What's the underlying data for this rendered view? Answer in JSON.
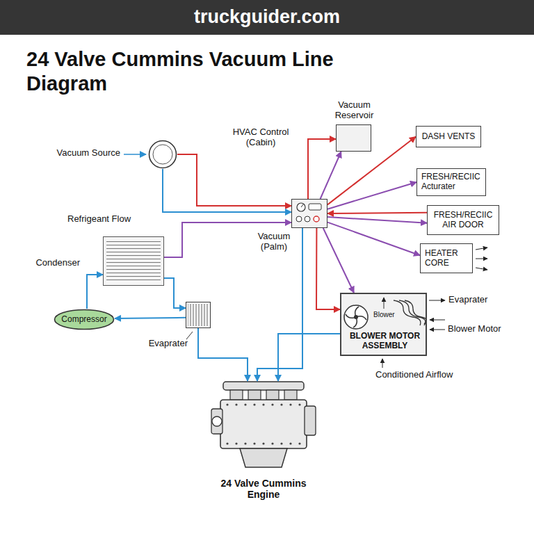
{
  "diagram": {
    "title": "24 Valve Cummins Vacuum Line Diagram",
    "nodes": [
      {
        "text": [
          "Vacuum Source"
        ]
      },
      {
        "text": [
          "Vacuum Reservoir"
        ]
      },
      {
        "text": [
          "HVAC Control (Cabin)"
        ]
      },
      {
        "text": [
          "DASH VENTS"
        ]
      },
      {
        "text": [
          "FRESH/RECIIC Acturater"
        ]
      },
      {
        "text": [
          "FRESH/RECIIC AIR DOOR"
        ]
      },
      {
        "text": [
          "HEATER CORE"
        ]
      },
      {
        "text": [
          "Condenser"
        ]
      },
      {
        "text": [
          "Compressor"
        ]
      },
      {
        "text": [
          "Evaprater"
        ]
      },
      {
        "text": [
          "Blower",
          "BLOWER MOTOR ASSEMBLY"
        ]
      },
      {
        "text": [
          "24 Valve Cummins Engine"
        ]
      }
    ],
    "edges": [
      {
        "from": 0,
        "to": 2,
        "arrow": "to"
      },
      {
        "from": 0,
        "to": 2,
        "arrow": "to"
      },
      {
        "from": 2,
        "to": 1,
        "arrow": "to"
      },
      {
        "from": 2,
        "to": 1,
        "arrow": "to"
      },
      {
        "from": 2,
        "to": 3,
        "arrow": "to"
      },
      {
        "from": 2,
        "to": 4,
        "arrow": "to"
      },
      {
        "from": 5,
        "to": 2,
        "arrow": "to"
      },
      {
        "from": 2,
        "to": 5,
        "arrow": "to"
      },
      {
        "from": 2,
        "to": 6,
        "arrow": "to"
      },
      {
        "from": 2,
        "to": 10,
        "arrow": "to"
      },
      {
        "from": 2,
        "to": 10,
        "arrow": "to"
      },
      {
        "from": 7,
        "to": 2,
        "arrow": "to"
      },
      {
        "from": 8,
        "to": 7,
        "arrow": "to"
      },
      {
        "from": 9,
        "to": 8,
        "arrow": "to"
      },
      {
        "from": 7,
        "to": 9,
        "arrow": "to"
      },
      {
        "from": 9,
        "to": 11,
        "arrow": "to"
      },
      {
        "from": 2,
        "to": 11,
        "arrow": "to"
      },
      {
        "from": 10,
        "to": 11,
        "arrow": "to"
      }
    ],
    "labels": [
      "truckguider.com",
      "Refrigeant Flow",
      "Vacuum (Palm)",
      "Evaprater",
      "Blower Motor",
      "Conditioned Airflow"
    ]
  }
}
